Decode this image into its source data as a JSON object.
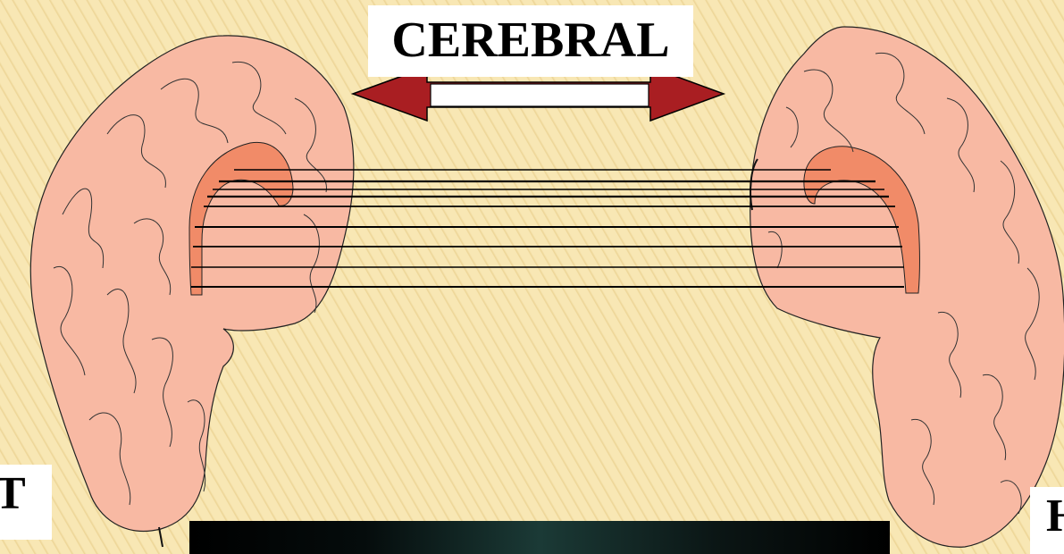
{
  "title": "CEREBRAL",
  "left_label": "T",
  "right_label": "H",
  "colors": {
    "background": "#f8e7b4",
    "hemisphere_fill": "#f8b9a3",
    "corpus_fill": "#f18b68",
    "arrow_fill": "#a91e22",
    "fiber_stroke": "#000000"
  },
  "icons": [
    "double-arrow-icon"
  ]
}
